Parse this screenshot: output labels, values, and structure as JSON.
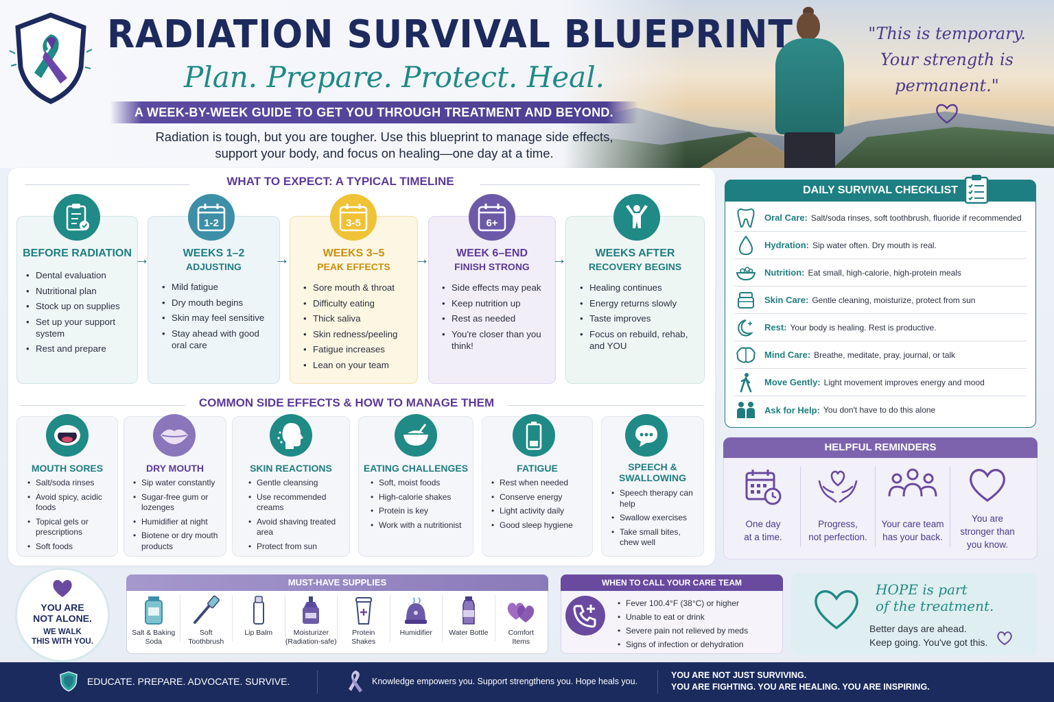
{
  "header": {
    "title": "RADIATION SURVIVAL BLUEPRINT",
    "tagline": "Plan. Prepare. Protect. Heal.",
    "banner": "A WEEK-BY-WEEK GUIDE TO GET YOU THROUGH TREATMENT AND BEYOND.",
    "intro_line1": "Radiation is tough, but you are tougher. Use this blueprint to manage side effects,",
    "intro_line2": "support your body, and focus on healing—one day at a time.",
    "quote_line1": "\"This is temporary.",
    "quote_line2": "Your strength is",
    "quote_line3": "permanent.\""
  },
  "timeline": {
    "title": "WHAT TO EXPECT: A TYPICAL TIMELINE",
    "stages": [
      {
        "icon": "clipboard-check-icon",
        "badge": "",
        "head": "BEFORE RADIATION",
        "sub": "",
        "color": "#1f7d80",
        "items": [
          "Dental evaluation",
          "Nutritional plan",
          "Stock up on supplies",
          "Set up your support system",
          "Rest and prepare"
        ]
      },
      {
        "icon": "calendar-icon",
        "badge": "1-2",
        "head": "WEEKS 1–2",
        "sub": "ADJUSTING",
        "color": "#1f7d80",
        "items": [
          "Mild fatigue",
          "Dry mouth begins",
          "Skin may feel sensitive",
          "Stay ahead with good oral care"
        ]
      },
      {
        "icon": "calendar-icon",
        "badge": "3-5",
        "head": "WEEKS 3–5",
        "sub": "PEAK EFFECTS",
        "color": "#c9900f",
        "items": [
          "Sore mouth & throat",
          "Difficulty eating",
          "Thick saliva",
          "Skin redness/peeling",
          "Fatigue increases",
          "Lean on your team"
        ]
      },
      {
        "icon": "calendar-icon",
        "badge": "6+",
        "head": "WEEK 6–END",
        "sub": "FINISH STRONG",
        "color": "#5b3a99",
        "items": [
          "Side effects may peak",
          "Keep nutrition up",
          "Rest as needed",
          "You're closer than you think!"
        ]
      },
      {
        "icon": "person-arms-up-icon",
        "badge": "",
        "head": "WEEKS AFTER",
        "sub": "RECOVERY BEGINS",
        "color": "#1f7d80",
        "items": [
          "Healing continues",
          "Energy returns slowly",
          "Taste improves",
          "Focus on rebuild, rehab, and YOU"
        ]
      }
    ]
  },
  "side_effects": {
    "title": "COMMON SIDE EFFECTS & HOW TO MANAGE THEM",
    "cards": [
      {
        "icon": "mouth-icon",
        "head": "MOUTH SORES",
        "color": "#1f7d80",
        "items": [
          "Salt/soda rinses",
          "Avoid spicy, acidic foods",
          "Topical gels or prescriptions",
          "Soft foods"
        ]
      },
      {
        "icon": "lips-icon",
        "head": "DRY MOUTH",
        "color": "#5b3a99",
        "items": [
          "Sip water constantly",
          "Sugar-free gum or lozenges",
          "Humidifier at night",
          "Biotene or dry mouth products"
        ]
      },
      {
        "icon": "face-profile-icon",
        "head": "SKIN REACTIONS",
        "color": "#1f7d80",
        "items": [
          "Gentle cleansing",
          "Use recommended creams",
          "Avoid shaving treated area",
          "Protect from sun"
        ]
      },
      {
        "icon": "bowl-icon",
        "head": "EATING CHALLENGES",
        "color": "#1f7d80",
        "items": [
          "Soft, moist foods",
          "High-calorie shakes",
          "Protein is key",
          "Work with a nutritionist"
        ]
      },
      {
        "icon": "battery-icon",
        "head": "FATIGUE",
        "color": "#1f7d80",
        "items": [
          "Rest when needed",
          "Conserve energy",
          "Light activity daily",
          "Good sleep hygiene"
        ]
      },
      {
        "icon": "speech-bubble-icon",
        "head_line1": "SPEECH &",
        "head_line2": "SWALLOWING",
        "color": "#1f7d80",
        "items": [
          "Speech therapy can help",
          "Swallow exercises",
          "Take small bites, chew well"
        ]
      }
    ]
  },
  "checklist": {
    "title": "DAILY SURVIVAL CHECKLIST",
    "rows": [
      {
        "icon": "tooth-icon",
        "label": "Oral Care:",
        "text": "Salt/soda rinses, soft toothbrush, fluoride if recommended"
      },
      {
        "icon": "water-drop-icon",
        "label": "Hydration:",
        "text": "Sip water often. Dry mouth is real."
      },
      {
        "icon": "bowl-icon",
        "label": "Nutrition:",
        "text": "Eat small, high-calorie, high-protein meals"
      },
      {
        "icon": "cream-jar-icon",
        "label": "Skin Care:",
        "text": "Gentle cleaning, moisturize, protect from sun"
      },
      {
        "icon": "moon-icon",
        "label": "Rest:",
        "text": "Your body is healing. Rest is productive."
      },
      {
        "icon": "brain-icon",
        "label": "Mind Care:",
        "text": "Breathe, meditate, pray, journal, or talk"
      },
      {
        "icon": "walking-icon",
        "label": "Move Gently:",
        "text": "Light movement improves energy and mood"
      },
      {
        "icon": "people-icon",
        "label": "Ask for Help:",
        "text": "You don't have to do this alone"
      }
    ]
  },
  "reminders": {
    "title": "HELPFUL REMINDERS",
    "items": [
      {
        "icon": "calendar-clock-icon",
        "line1": "One day",
        "line2": "at a time.",
        "line3": ""
      },
      {
        "icon": "hands-heart-icon",
        "line1": "Progress,",
        "line2": "not perfection.",
        "line3": ""
      },
      {
        "icon": "team-icon",
        "line1": "Your care team",
        "line2": "has your back.",
        "line3": ""
      },
      {
        "icon": "heart-icon",
        "line1": "You are",
        "line2": "stronger than",
        "line3": "you know."
      }
    ]
  },
  "not_alone": {
    "line1": "YOU ARE",
    "line2": "NOT ALONE.",
    "line3": "WE WALK",
    "line4": "THIS WITH YOU."
  },
  "supplies": {
    "title": "MUST-HAVE SUPPLIES",
    "items": [
      {
        "icon": "jar-icon",
        "line1": "Salt & Baking",
        "line2": "Soda"
      },
      {
        "icon": "toothbrush-icon",
        "line1": "Soft",
        "line2": "Toothbrush"
      },
      {
        "icon": "lip-balm-icon",
        "line1": "Lip Balm",
        "line2": ""
      },
      {
        "icon": "moisturizer-icon",
        "line1": "Moisturizer",
        "line2": "(Radiation-safe)"
      },
      {
        "icon": "shake-cup-icon",
        "line1": "Protein",
        "line2": "Shakes"
      },
      {
        "icon": "humidifier-icon",
        "line1": "Humidifier",
        "line2": ""
      },
      {
        "icon": "water-bottle-icon",
        "line1": "Water Bottle",
        "line2": ""
      },
      {
        "icon": "hearts-icon",
        "line1": "Comfort",
        "line2": "Items"
      }
    ]
  },
  "call_team": {
    "title": "WHEN TO CALL YOUR CARE TEAM",
    "items": [
      "Fever 100.4°F (38°C) or higher",
      "Unable to eat or drink",
      "Severe pain not relieved by meds",
      "Signs of infection or dehydration"
    ]
  },
  "hope": {
    "line1": "HOPE is part",
    "line2": "of the treatment.",
    "text1": "Better days are ahead.",
    "text2": "Keep going. You've got this."
  },
  "footer": {
    "left": "EDUCATE. PREPARE. ADVOCATE. SURVIVE.",
    "middle": "Knowledge empowers you. Support strengthens you. Hope heals you.",
    "right1": "YOU ARE NOT JUST SURVIVING.",
    "right2": "YOU ARE FIGHTING. YOU ARE HEALING. YOU ARE INSPIRING."
  },
  "colors": {
    "navy": "#1d2a5e",
    "teal": "#1f7d80",
    "purple": "#5b3a99",
    "gold": "#c9900f"
  }
}
